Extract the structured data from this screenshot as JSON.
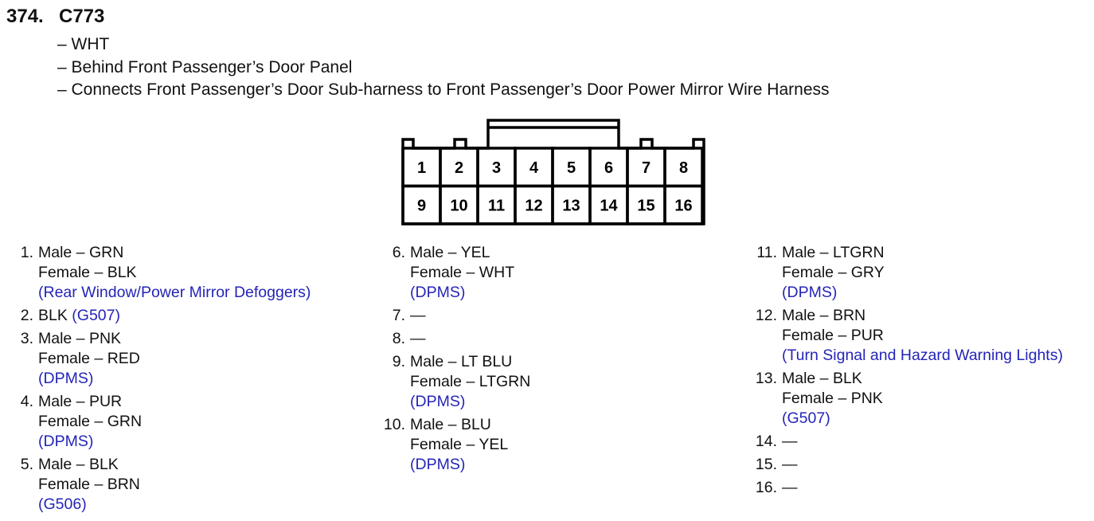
{
  "header": {
    "number": "374.",
    "connector_id": "C773"
  },
  "details": [
    "– WHT",
    "– Behind Front Passenger’s Door Panel",
    "– Connects Front Passenger’s Door Sub-harness to Front Passenger’s Door Power Mirror Wire Harness"
  ],
  "connector_face": {
    "row1": [
      "1",
      "2",
      "3",
      "4",
      "5",
      "6",
      "7",
      "8"
    ],
    "row2": [
      "9",
      "10",
      "11",
      "12",
      "13",
      "14",
      "15",
      "16"
    ]
  },
  "pins": {
    "col1": [
      {
        "num": "1.",
        "lines": [
          "Male – GRN",
          "Female – BLK"
        ],
        "ref": "(Rear Window/Power Mirror Defoggers)"
      },
      {
        "num": "2.",
        "text": "BLK",
        "ref": "(G507)"
      },
      {
        "num": "3.",
        "lines": [
          "Male – PNK",
          "Female – RED"
        ],
        "ref": "(DPMS)"
      },
      {
        "num": "4.",
        "lines": [
          "Male – PUR",
          "Female – GRN"
        ],
        "ref": "(DPMS)"
      },
      {
        "num": "5.",
        "lines": [
          "Male – BLK",
          "Female – BRN"
        ],
        "ref": "(G506)"
      }
    ],
    "col2": [
      {
        "num": "6.",
        "lines": [
          "Male – YEL",
          "Female – WHT"
        ],
        "ref": "(DPMS)"
      },
      {
        "num": "7.",
        "text": "—"
      },
      {
        "num": "8.",
        "text": "—"
      },
      {
        "num": "9.",
        "lines": [
          "Male – LT BLU",
          "Female – LTGRN"
        ],
        "ref": "(DPMS)"
      },
      {
        "num": "10.",
        "lines": [
          "Male – BLU",
          "Female – YEL"
        ],
        "ref": "(DPMS)"
      }
    ],
    "col3": [
      {
        "num": "11.",
        "lines": [
          "Male – LTGRN",
          "Female – GRY"
        ],
        "ref": "(DPMS)"
      },
      {
        "num": "12.",
        "lines": [
          "Male – BRN",
          "Female – PUR"
        ],
        "ref": "(Turn Signal and Hazard Warning Lights)"
      },
      {
        "num": "13.",
        "lines": [
          "Male – BLK",
          "Female – PNK"
        ],
        "ref": "(G507)"
      },
      {
        "num": "14.",
        "text": "—"
      },
      {
        "num": "15.",
        "text": "—"
      },
      {
        "num": "16.",
        "text": "—"
      }
    ]
  },
  "colors": {
    "text": "#111111",
    "reference_link": "#2424b8",
    "outline": "#000000"
  }
}
